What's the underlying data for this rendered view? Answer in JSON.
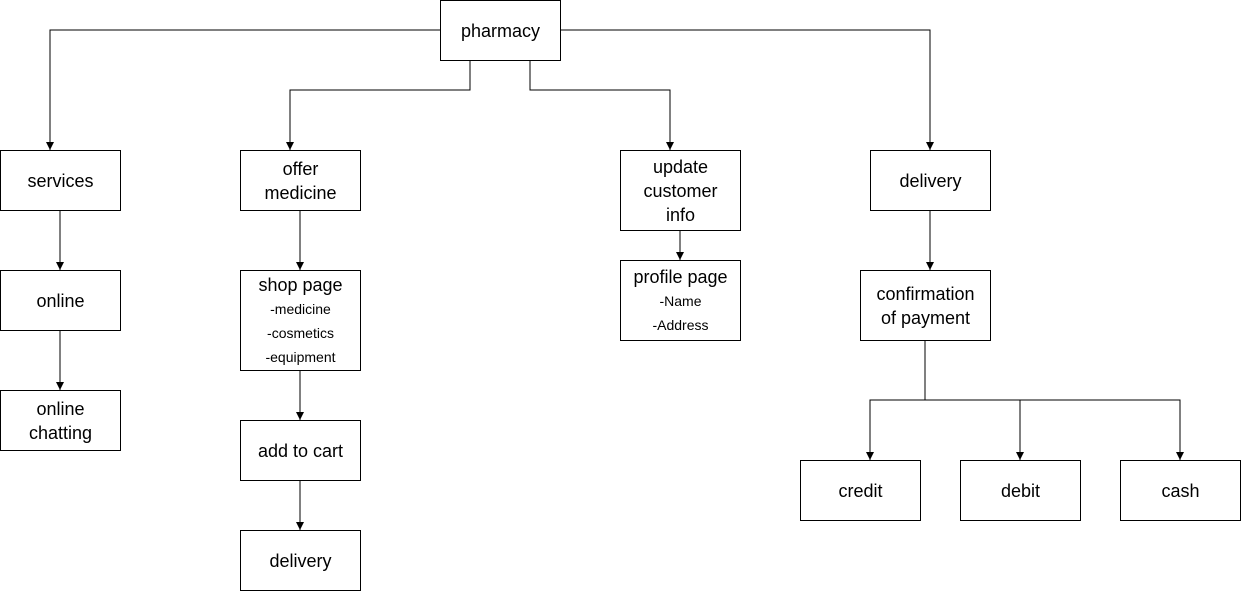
{
  "nodes": {
    "pharmacy": "pharmacy",
    "services": "services",
    "online": "online",
    "online_chatting": [
      "online",
      "chatting"
    ],
    "offer_medicine": [
      "offer",
      "medicine"
    ],
    "shop_page": {
      "title": "shop page",
      "items": [
        "-medicine",
        "-cosmetics",
        "-equipment"
      ]
    },
    "add_to_cart": "add to cart",
    "delivery_left": "delivery",
    "update_customer_info": [
      "update",
      "customer",
      "info"
    ],
    "profile_page": {
      "title": "profile page",
      "items": [
        "-Name",
        "-Address"
      ]
    },
    "delivery_right": "delivery",
    "confirmation_of_payment": [
      "confirmation",
      "of payment"
    ],
    "credit": "credit",
    "debit": "debit",
    "cash": "cash"
  },
  "edges": [
    [
      "pharmacy",
      "services"
    ],
    [
      "pharmacy",
      "offer_medicine"
    ],
    [
      "pharmacy",
      "update_customer_info"
    ],
    [
      "pharmacy",
      "delivery_right"
    ],
    [
      "services",
      "online"
    ],
    [
      "online",
      "online_chatting"
    ],
    [
      "offer_medicine",
      "shop_page"
    ],
    [
      "shop_page",
      "add_to_cart"
    ],
    [
      "add_to_cart",
      "delivery_left"
    ],
    [
      "update_customer_info",
      "profile_page"
    ],
    [
      "delivery_right",
      "confirmation_of_payment"
    ],
    [
      "confirmation_of_payment",
      "credit"
    ],
    [
      "confirmation_of_payment",
      "debit"
    ],
    [
      "confirmation_of_payment",
      "cash"
    ]
  ],
  "style": {
    "line_color": "#000000",
    "box_border": "#000000",
    "background": "#ffffff"
  }
}
